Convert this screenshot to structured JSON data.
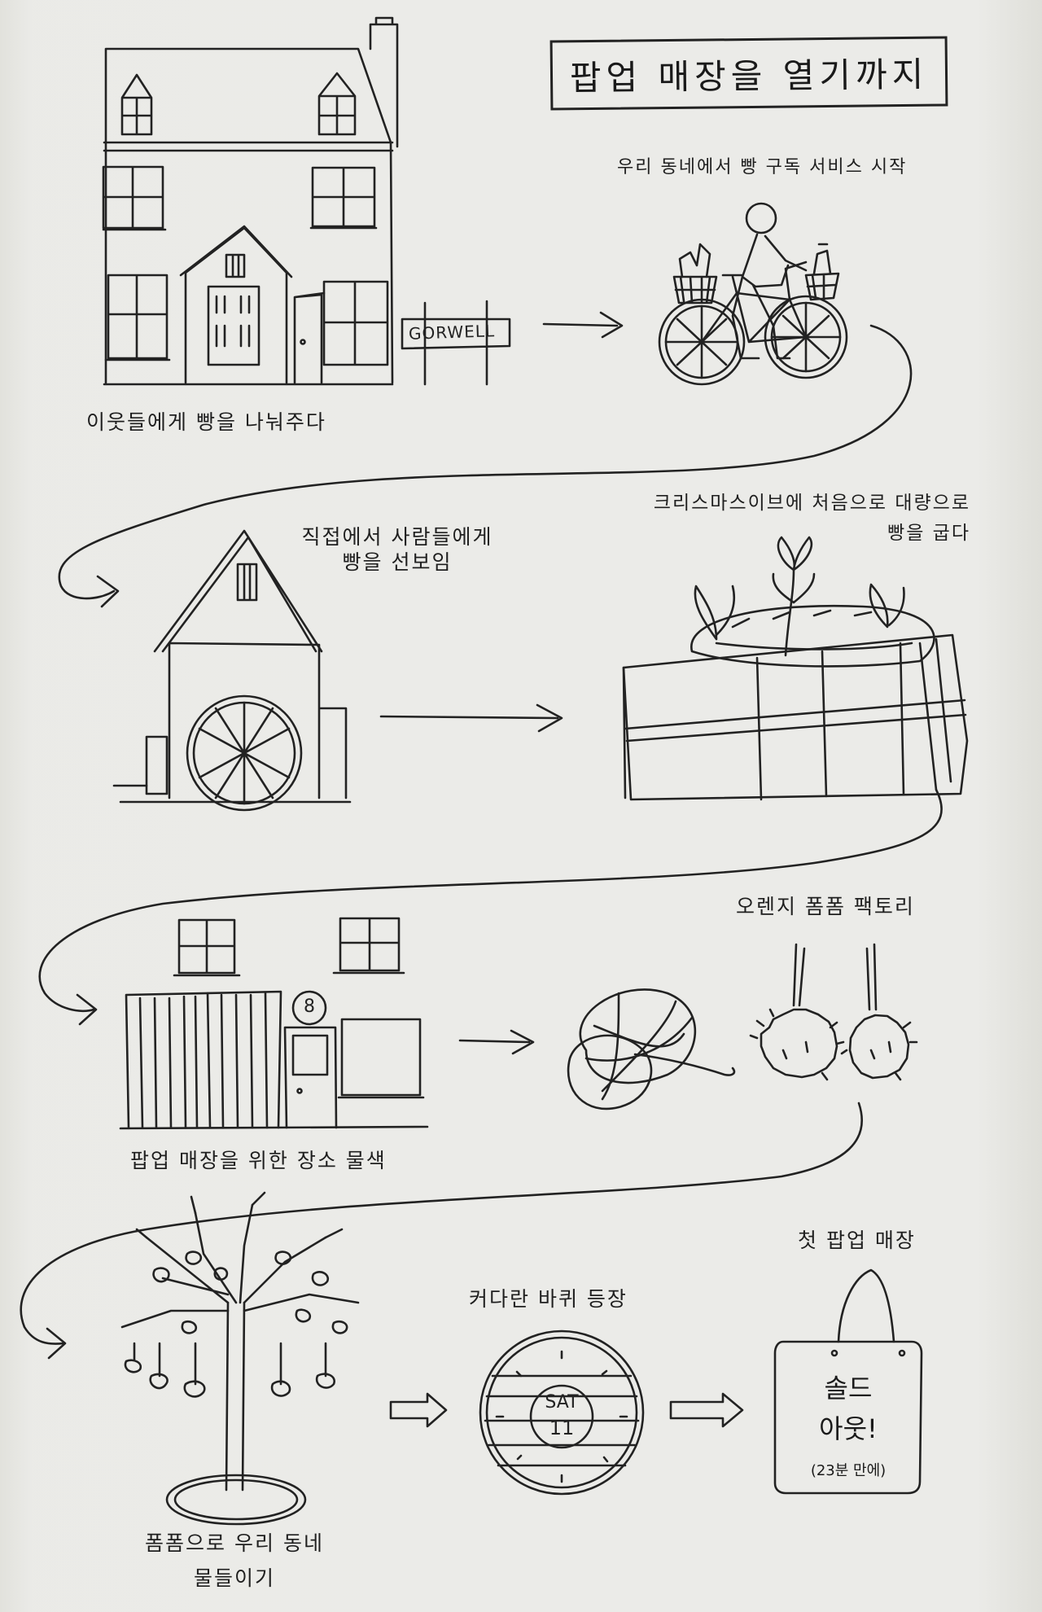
{
  "title": "팝업 매장을 열기까지",
  "steps": [
    {
      "id": "neighbors",
      "label": "이웃들에게 빵을 나눠주다"
    },
    {
      "id": "subscription",
      "label": "우리 동네에서 빵 구독 서비스 시작"
    },
    {
      "id": "show",
      "lines": [
        "직접에서 사람들에게",
        "빵을 선보임"
      ]
    },
    {
      "id": "christmas",
      "lines": [
        "크리스마스이브에 처음으로 대량으로",
        "빵을 굽다"
      ]
    },
    {
      "id": "venue",
      "label": "팝업 매장을 위한 장소 물색"
    },
    {
      "id": "pompom",
      "label": "오렌지 폼폼 팩토리"
    },
    {
      "id": "tree",
      "lines": [
        "폼폼으로 우리 동네",
        "물들이기"
      ]
    },
    {
      "id": "wheel",
      "label": "커다란 바퀴 등장"
    },
    {
      "id": "first_popup",
      "label": "첫 팝업 매장"
    }
  ],
  "sign_text": "GORWELL",
  "house_number": "8",
  "clock": {
    "day": "SAT",
    "date": "11"
  },
  "bag": {
    "line1": "솔드",
    "line2": "아웃!",
    "note": "(23분 만에)"
  },
  "ink_color": "#222222",
  "paper_color": "#e9e9e4"
}
